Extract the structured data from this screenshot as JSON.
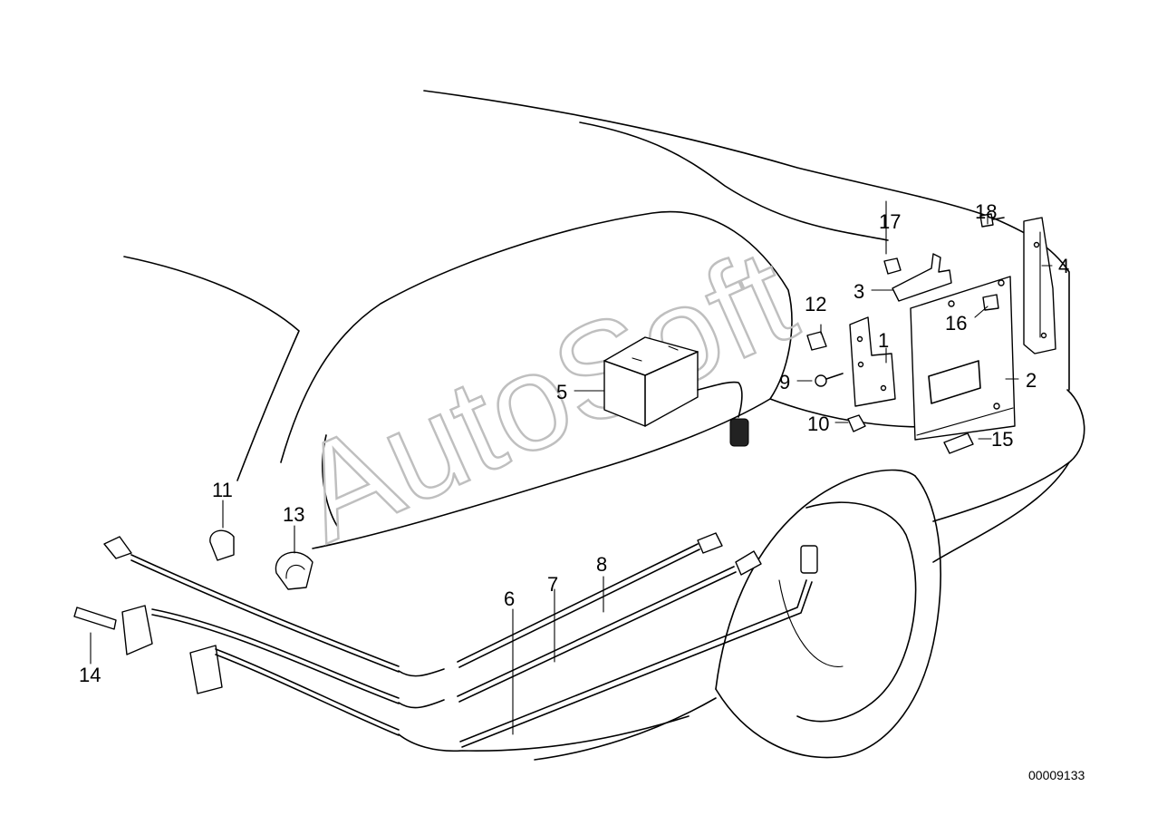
{
  "diagram": {
    "reference_number": "00009133",
    "watermark": "AutoSoft",
    "callouts": [
      {
        "id": "1",
        "label": "1"
      },
      {
        "id": "2",
        "label": "2"
      },
      {
        "id": "3",
        "label": "3"
      },
      {
        "id": "4",
        "label": "4"
      },
      {
        "id": "5",
        "label": "5"
      },
      {
        "id": "6",
        "label": "6"
      },
      {
        "id": "7",
        "label": "7"
      },
      {
        "id": "8",
        "label": "8"
      },
      {
        "id": "9",
        "label": "9"
      },
      {
        "id": "10",
        "label": "10"
      },
      {
        "id": "11",
        "label": "11"
      },
      {
        "id": "12",
        "label": "12"
      },
      {
        "id": "13",
        "label": "13"
      },
      {
        "id": "14",
        "label": "14"
      },
      {
        "id": "15",
        "label": "15"
      },
      {
        "id": "16",
        "label": "16"
      },
      {
        "id": "17",
        "label": "17"
      },
      {
        "id": "18",
        "label": "18"
      }
    ]
  }
}
